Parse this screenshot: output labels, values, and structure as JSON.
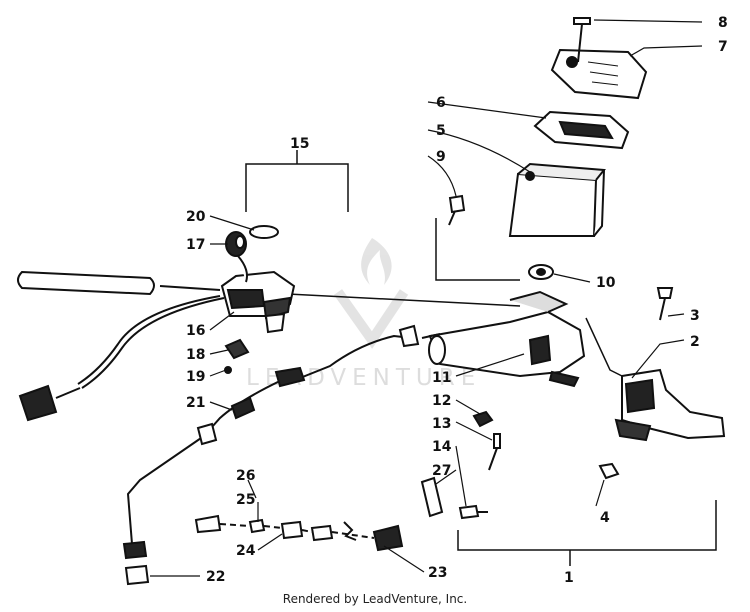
{
  "diagram": {
    "callouts": {
      "c1": "1",
      "c2": "2",
      "c3": "3",
      "c4": "4",
      "c5": "5",
      "c6": "6",
      "c7": "7",
      "c8": "8",
      "c9": "9",
      "c10": "10",
      "c11": "11",
      "c12": "12",
      "c13": "13",
      "c14": "14",
      "c15": "15",
      "c16": "16",
      "c17": "17",
      "c18": "18",
      "c19": "19",
      "c20": "20",
      "c21": "21",
      "c22": "22",
      "c23": "23",
      "c24": "24",
      "c25": "25",
      "c26": "26",
      "c27": "27"
    },
    "watermark": "LEADVENTURE",
    "footer": "Rendered by LeadVenture, Inc."
  }
}
